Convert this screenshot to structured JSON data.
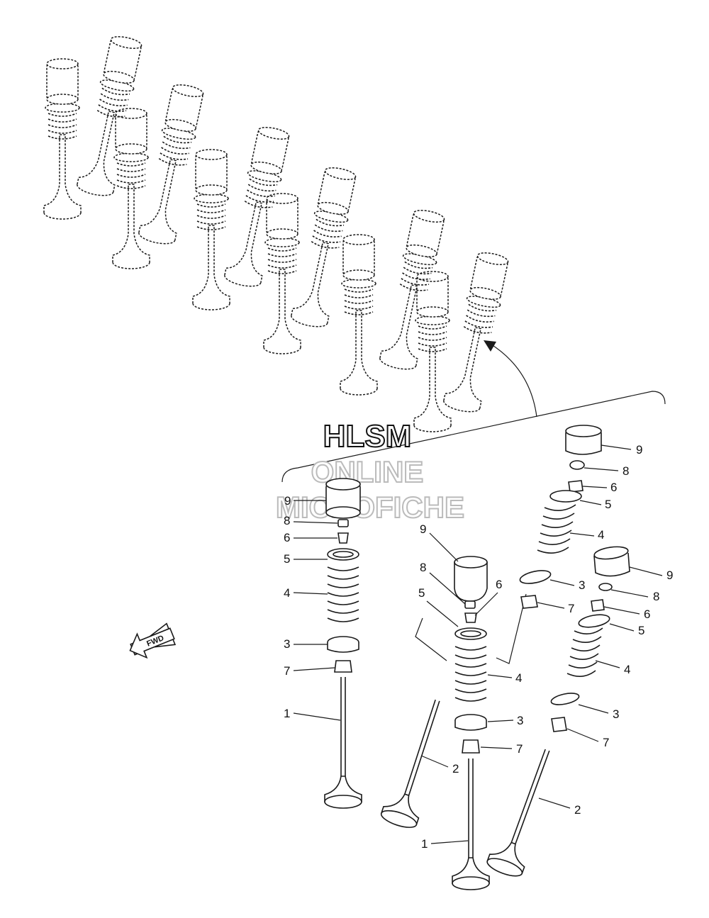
{
  "watermark": {
    "line1": "HLSM",
    "line2": "ONLINE",
    "line3": "MICROFICHE",
    "color_line1": "#111111",
    "color_faded": "#bbbbbb"
  },
  "direction_label": "FWD",
  "callouts": {
    "valve_set_a": {
      "p1": "1",
      "p3": "3",
      "p4": "4",
      "p5": "5",
      "p6": "6",
      "p7": "7",
      "p8": "8",
      "p9": "9"
    },
    "valve_set_b": {
      "p1": "1",
      "p2": "2",
      "p3": "3",
      "p4": "4",
      "p5": "5",
      "p6": "6",
      "p7": "7",
      "p8": "8",
      "p9": "9"
    },
    "valve_set_c_upper": {
      "p3": "3",
      "p4": "4",
      "p5": "5",
      "p6": "6",
      "p7": "7",
      "p8": "8",
      "p9": "9"
    },
    "valve_set_c_lower": {
      "p2": "2",
      "p3": "3",
      "p4": "4",
      "p5": "5",
      "p6": "6",
      "p7": "7",
      "p8": "8",
      "p9": "9"
    },
    "valve_set_d": {
      "p2": "2"
    }
  }
}
